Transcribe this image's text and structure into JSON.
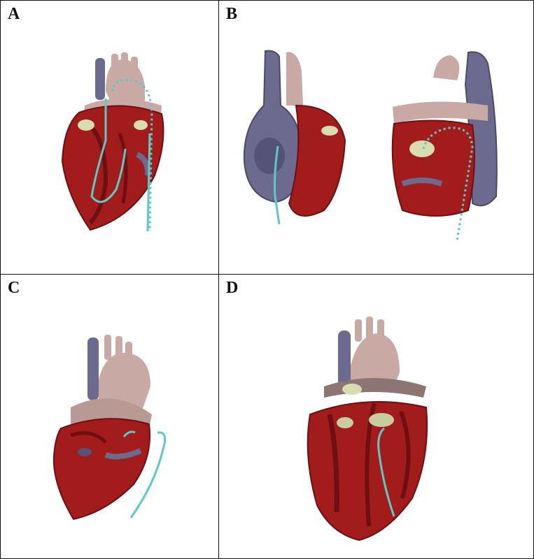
{
  "panels": [
    {
      "label": "A",
      "illustration": "heart-cutaway-dotted-catheter-path"
    },
    {
      "label": "B",
      "illustration": "heart-two-views-right-atrium-catheter"
    },
    {
      "label": "C",
      "illustration": "heart-oblique-catheter-curve"
    },
    {
      "label": "D",
      "illustration": "heart-cutaway-ventricles-catheter"
    }
  ],
  "colors": {
    "myocardium": "#a21c1c",
    "myocardium_dark": "#6e0f12",
    "aorta": "#c9a9a4",
    "vena_cava": "#6c6a8e",
    "valve": "#d8ddb0",
    "catheter": "#5ec9c6",
    "border": "#111111"
  }
}
